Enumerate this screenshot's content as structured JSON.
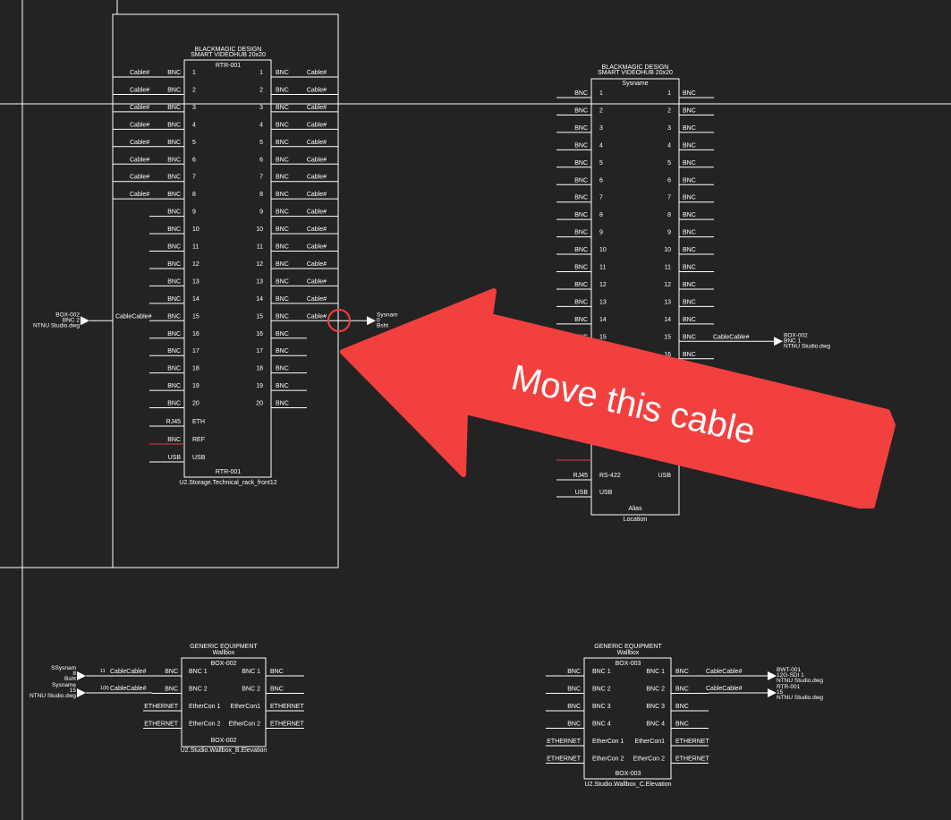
{
  "rtr001": {
    "maker": "BLACKMAGIC DESIGN",
    "model": "SMART VIDEOHUB 20x20",
    "tag_top": "RTR-001",
    "tag_bottom": "RTR-001",
    "location": "U2.Storage.Technical_rack_front12",
    "ports": [
      "1",
      "2",
      "3",
      "4",
      "5",
      "6",
      "7",
      "8",
      "9",
      "10",
      "11",
      "12",
      "13",
      "14",
      "15",
      "16",
      "17",
      "18",
      "19",
      "20"
    ],
    "connector": "BNC",
    "cable_label": "Cable#",
    "extra_ports": [
      {
        "type": "RJ45",
        "name": "ETH"
      },
      {
        "type": "BNC",
        "name": "REF"
      },
      {
        "type": "USB",
        "name": "USB"
      }
    ]
  },
  "sysname_hub": {
    "maker": "BLACKMAGIC DESIGN",
    "model": "SMART VIDEOHUB 20x20",
    "tag_top": "Sysname",
    "alias": "Alias",
    "location": "Location",
    "ports": [
      "1",
      "2",
      "3",
      "4",
      "5",
      "6",
      "7",
      "8",
      "9",
      "10",
      "11",
      "12",
      "13",
      "14",
      "15",
      "16"
    ],
    "extra_ports": [
      {
        "type": "RJ45",
        "name": "RS-422",
        "right": "USB"
      },
      {
        "type": "USB",
        "name": "USB"
      }
    ]
  },
  "refs": {
    "box002_ref_lines": [
      "BOX-002",
      "BNC 2",
      "NTNU Studio.dwg"
    ],
    "rtr_out_ref_lines": [
      "Sysnam",
      "0",
      "Bsht"
    ],
    "hub_out_ref_lines": [
      "BOX-002",
      "BNC 1",
      "NTNU Studio.dwg"
    ],
    "cable_pair": "CableCable#"
  },
  "box002": {
    "maker": "GENERIC EQUIPMENT",
    "model": "Wallbox",
    "tag_top": "BOX-002",
    "tag_bottom": "BOX-002",
    "location": "U2.Studio.Wallbox_B.Elevation",
    "rows": [
      {
        "left_type": "BNC",
        "left": "BNC 1",
        "right": "BNC 1",
        "right_type": "BNC"
      },
      {
        "left_type": "BNC",
        "left": "BNC 2",
        "right": "BNC 2",
        "right_type": "BNC"
      },
      {
        "left_type": "ETHERNET",
        "left": "EtherCon 1",
        "right": "EtherCon1",
        "right_type": "ETHERNET"
      },
      {
        "left_type": "ETHERNET",
        "left": "EtherCon 2",
        "right": "EtherCon 2",
        "right_type": "ETHERNET"
      }
    ],
    "in_ref_1": [
      "SSysnam",
      "8",
      "Bsht"
    ],
    "in_ref_2": [
      "Sysname",
      "15",
      "NTNU Studio.dwg"
    ],
    "small_tag_1": "11",
    "small_tag_2": "1(8)"
  },
  "box003": {
    "maker": "GENERIC EQUIPMENT",
    "model": "Wallbox",
    "tag_top": "BOX-003",
    "tag_bottom": "BOX-003",
    "location": "U2.Studio.Wallbox_C.Elevation",
    "rows": [
      {
        "left_type": "BNC",
        "left": "BNC 1",
        "right": "BNC 1",
        "right_type": "BNC"
      },
      {
        "left_type": "BNC",
        "left": "BNC 2",
        "right": "BNC 2",
        "right_type": "BNC"
      },
      {
        "left_type": "BNC",
        "left": "BNC 3",
        "right": "BNC 3",
        "right_type": "BNC"
      },
      {
        "left_type": "BNC",
        "left": "BNC 4",
        "right": "BNC 4",
        "right_type": "BNC"
      },
      {
        "left_type": "ETHERNET",
        "left": "EtherCon 1",
        "right": "EtherCon1",
        "right_type": "ETHERNET"
      },
      {
        "left_type": "ETHERNET",
        "left": "EtherCon 2",
        "right": "EtherCon 2",
        "right_type": "ETHERNET"
      }
    ],
    "out_ref_1": [
      "BWT-001",
      "12G-SDI 1",
      "NTNU Studio.dwg"
    ],
    "out_ref_2": [
      "RTR-001",
      "15",
      "NTNU Studio.dwg"
    ]
  },
  "annotation": {
    "text": "Move this cable",
    "color": "#f2403f"
  }
}
